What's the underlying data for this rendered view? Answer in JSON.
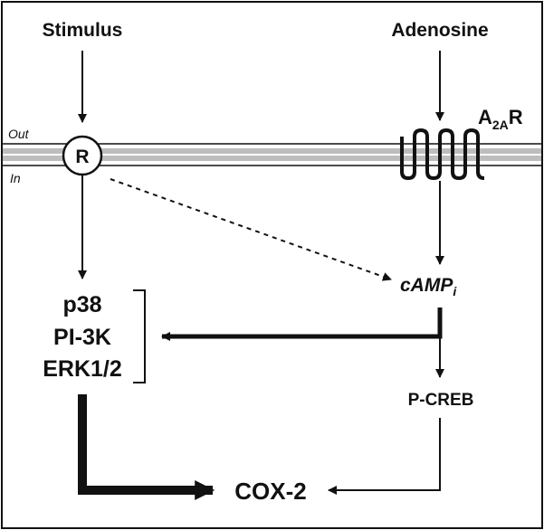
{
  "diagram": {
    "stimulus": "Stimulus",
    "adenosine": "Adenosine",
    "out": "Out",
    "in": "In",
    "receptor": "R",
    "a2ar": {
      "base": "A",
      "sub": "2A",
      "tail": "R"
    },
    "camp": {
      "base": "cAMP",
      "sub": "i"
    },
    "kinases": [
      "p38",
      "PI-3K",
      "ERK1/2"
    ],
    "pcreb": "P-CREB",
    "cox2": "COX-2"
  },
  "colors": {
    "ink": "#111111",
    "membrane": "#bdbdbd",
    "background": "#ffffff"
  }
}
